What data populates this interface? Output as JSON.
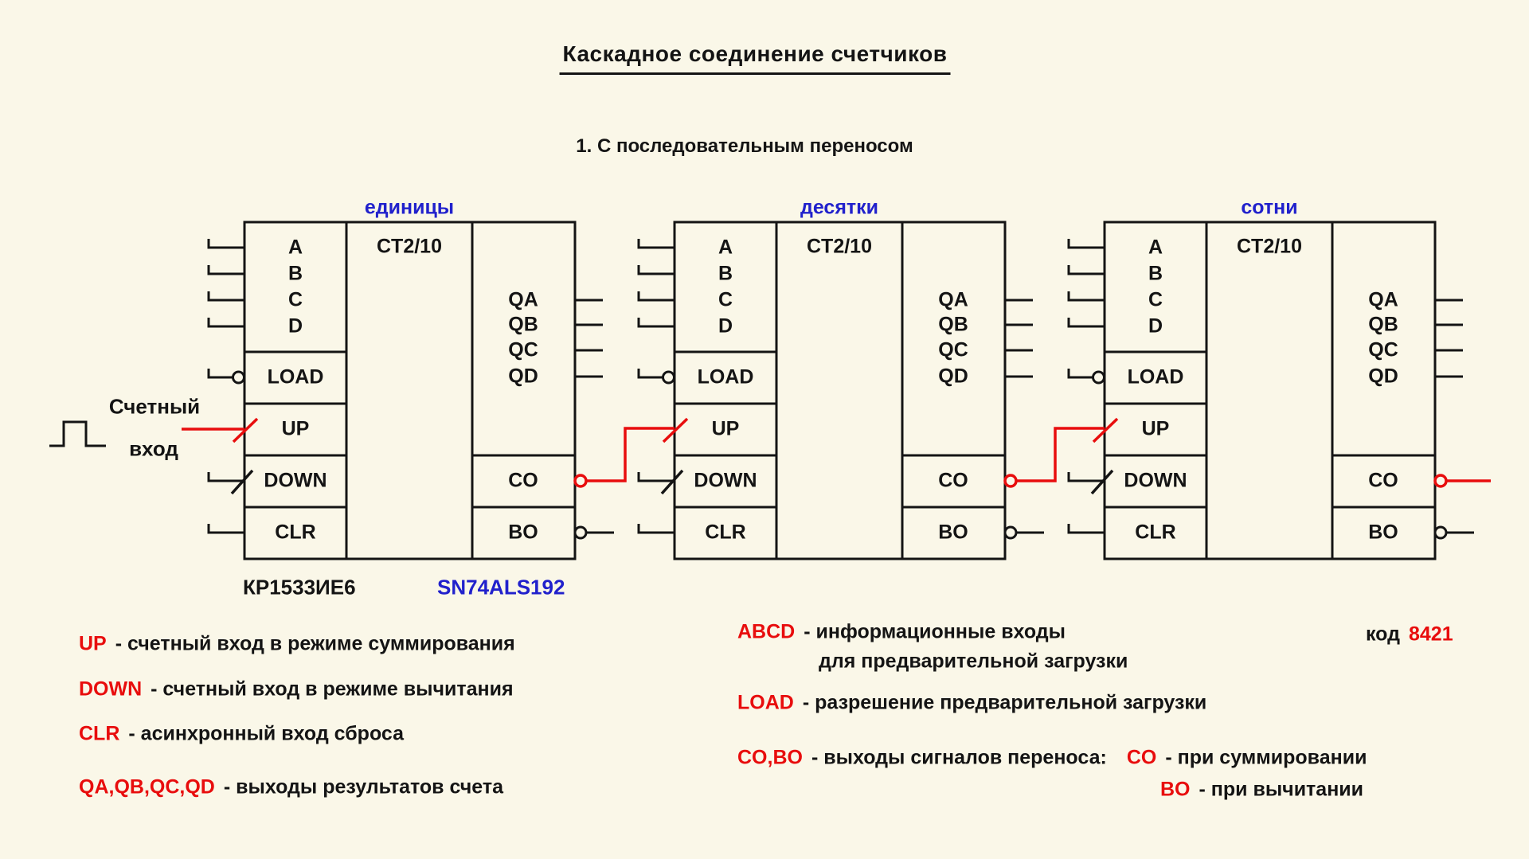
{
  "title": "Каскадное соединение счетчиков",
  "subtitle": "1. С последовательным переносом",
  "counters": {
    "type_label": "CT2/10",
    "blocks": [
      {
        "label": "единицы"
      },
      {
        "label": "десятки"
      },
      {
        "label": "сотни"
      }
    ],
    "pins": {
      "a": "A",
      "b": "B",
      "c": "C",
      "d": "D",
      "load": "LOAD",
      "up": "UP",
      "down": "DOWN",
      "clr": "CLR",
      "qa": "QA",
      "qb": "QB",
      "qc": "QC",
      "qd": "QD",
      "co": "CO",
      "bo": "BO"
    },
    "chip_label_ru": "КР1533ИЕ6",
    "chip_label_en": "SN74ALS192"
  },
  "clock_input": {
    "line1": "Счетный",
    "line2": "вход"
  },
  "legend_left": [
    {
      "term": "UP",
      "desc": "- счетный вход в режиме суммирования"
    },
    {
      "term": "DOWN",
      "desc": "- счетный вход в режиме вычитания"
    },
    {
      "term": "CLR",
      "desc": "- асинхронный вход сброса"
    },
    {
      "term": "QA,QB,QC,QD",
      "desc": "- выходы результатов счета"
    }
  ],
  "legend_right": {
    "abcd_term": "ABCD",
    "abcd_desc": "- информационные входы",
    "abcd_desc2": "для предварительной загрузки",
    "load_term": "LOAD",
    "load_desc": "- разрешение предварительной загрузки",
    "cobo_term": "CO,BO",
    "cobo_desc": "- выходы сигналов переноса:",
    "co_term": "CO",
    "co_desc": "- при суммировании",
    "bo_term": "BO",
    "bo_desc": "- при вычитании"
  },
  "code_note": {
    "prefix": "код",
    "value": "8421"
  },
  "colors": {
    "background": "#FAF7E8",
    "red": "#E80D0D",
    "blue": "#2121CC",
    "black": "#141414"
  }
}
